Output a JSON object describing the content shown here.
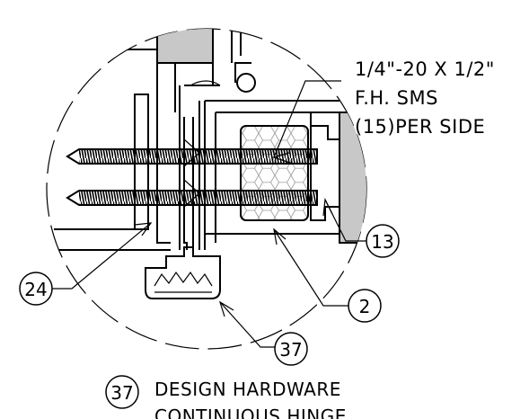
{
  "note": {
    "line1": "1/4\"-20 X 1/2\"",
    "line2": "F.H. SMS",
    "line3": "(15)PER SIDE"
  },
  "callouts": {
    "c13": "13",
    "c24": "24",
    "c2": "2",
    "c37": "37"
  },
  "caption": {
    "number": "37",
    "line1": "DESIGN HARDWARE",
    "line2": "CONTINUOUS HINGE"
  },
  "colors": {
    "gray_fill": "#c8c8c8",
    "line": "#000000"
  }
}
